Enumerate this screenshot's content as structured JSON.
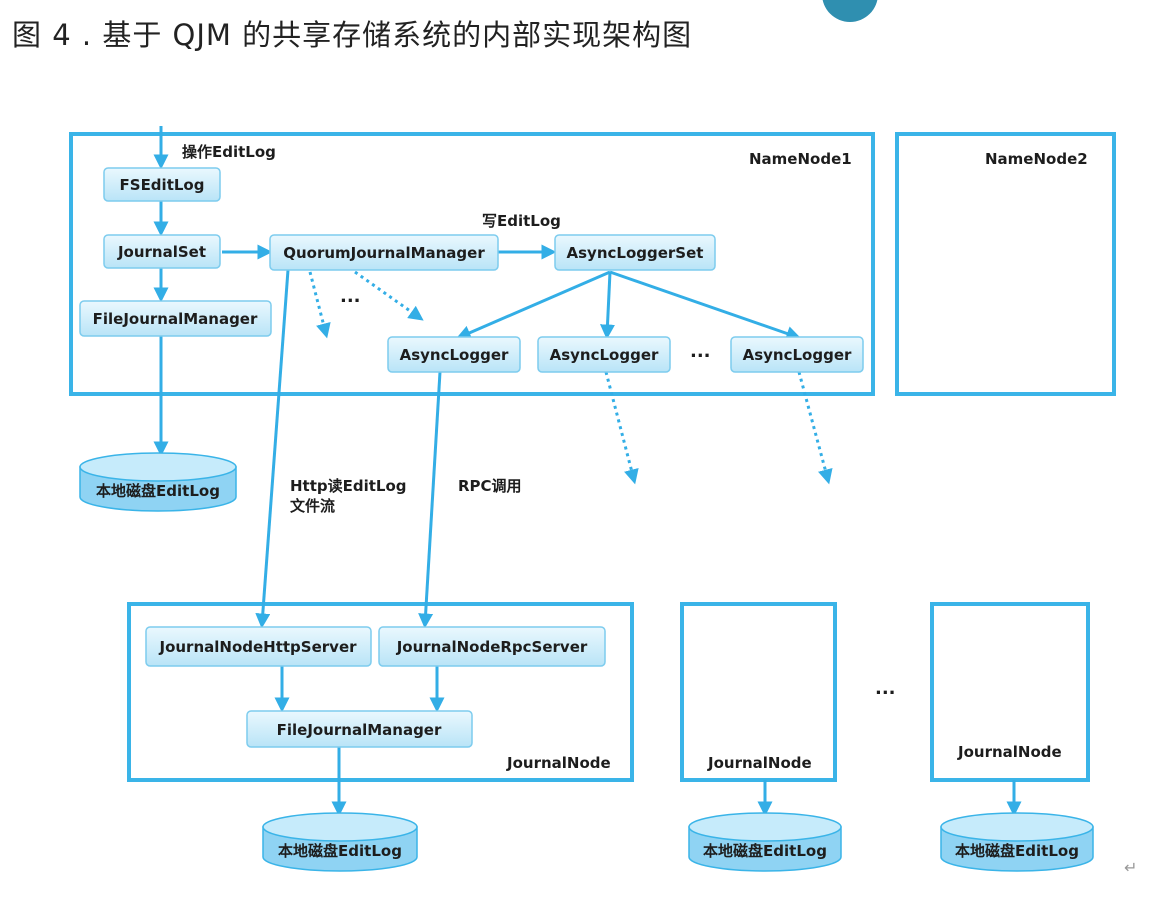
{
  "title": "图 4 . 基于 QJM 的共享存储系统的内部实现架构图",
  "diagram": {
    "namenode1": "NameNode1",
    "namenode2": "NameNode2",
    "journalnode": "JournalNode",
    "edit_op": "操作EditLog",
    "write_editlog": "写EditLog",
    "http_read": [
      "Http读EditLog",
      "文件流"
    ],
    "rpc_call": "RPC调用",
    "ellipsis": "...",
    "boxes": {
      "fseditlog": "FSEditLog",
      "journalset": "JournalSet",
      "filejournalmanager": "FileJournalManager",
      "quorumjournalmanager": "QuorumJournalManager",
      "asyncloggerset": "AsyncLoggerSet",
      "asynclogger": "AsyncLogger",
      "journalnodehttpserver": "JournalNodeHttpServer",
      "journalnoderpcserver": "JournalNodeRpcServer"
    },
    "local_disk": "本地磁盘EditLog"
  },
  "colors": {
    "accent": "#3ab4e8",
    "box": "#d6f0fc"
  }
}
